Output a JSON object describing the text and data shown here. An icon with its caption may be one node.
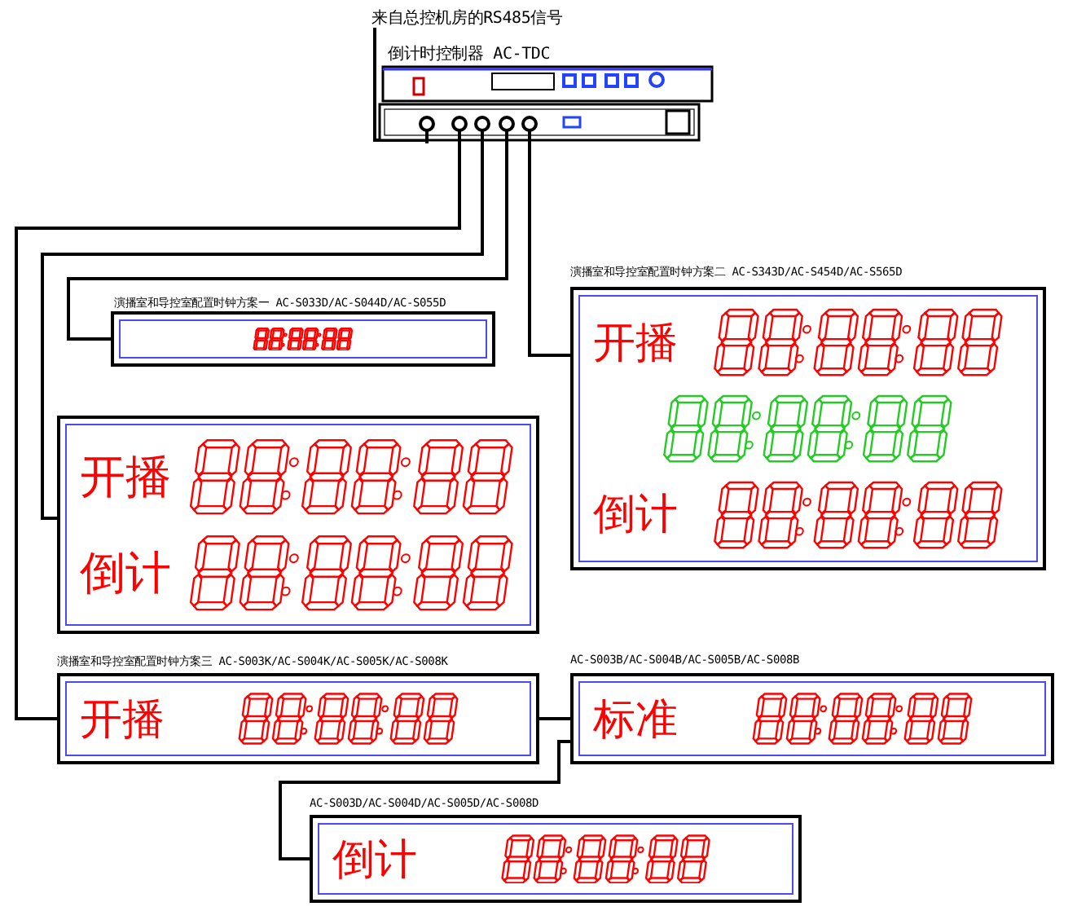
{
  "diagram": {
    "nodes": [
      {
        "text": [
          "来自总控机房的RS485信号"
        ]
      },
      {
        "text": [
          "倒计时控制器 AC-TDC"
        ]
      },
      {
        "text": [
          "演播室和导控室配置时钟方案一 AC-S033D/AC-S044D/AC-S055D"
        ]
      },
      {
        "text": [
          "演播室和导控室配置时钟方案二 AC-S343D/AC-S454D/AC-S565D",
          "开播",
          "倒计"
        ]
      },
      {
        "text": [
          "开播",
          "倒计"
        ]
      },
      {
        "text": [
          "演播室和导控室配置时钟方案三 AC-S003K/AC-S004K/AC-S005K/AC-S008K",
          "开播"
        ]
      },
      {
        "text": [
          "AC-S003B/AC-S004B/AC-S005B/AC-S008B",
          "标准"
        ]
      },
      {
        "text": [
          "AC-S003D/AC-S004D/AC-S005D/AC-S008D",
          "倒计"
        ]
      }
    ],
    "edges": [
      {
        "from": 0,
        "to": 1,
        "arrow": "none"
      },
      {
        "from": 1,
        "to": 5,
        "arrow": "none"
      },
      {
        "from": 1,
        "to": 4,
        "arrow": "none"
      },
      {
        "from": 1,
        "to": 2,
        "arrow": "none"
      },
      {
        "from": 1,
        "to": 3,
        "arrow": "none"
      },
      {
        "from": 5,
        "to": 6,
        "arrow": "none"
      },
      {
        "from": 6,
        "to": 7,
        "arrow": "none"
      }
    ]
  }
}
